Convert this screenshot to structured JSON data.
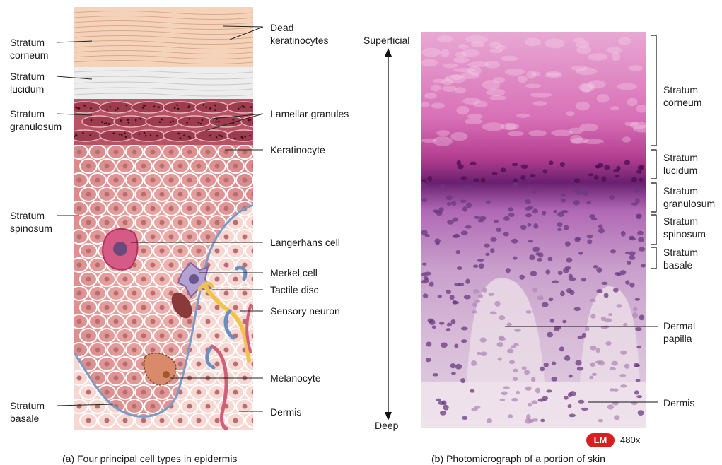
{
  "panel_a": {
    "caption": "(a) Four principal cell types in epidermis",
    "left_labels": {
      "corneum": [
        "Stratum",
        "corneum"
      ],
      "lucidum": [
        "Stratum",
        "lucidum"
      ],
      "granulosum": [
        "Stratum",
        "granulosum"
      ],
      "spinosum": [
        "Stratum",
        "spinosum"
      ],
      "basale": [
        "Stratum",
        "basale"
      ]
    },
    "right_labels": {
      "dead_keratinocytes": [
        "Dead",
        "keratinocytes"
      ],
      "lamellar_granules": "Lamellar granules",
      "keratinocyte": "Keratinocyte",
      "langerhans_cell": "Langerhans cell",
      "merkel_cell": "Merkel cell",
      "tactile_disc": "Tactile disc",
      "sensory_neuron": "Sensory neuron",
      "melanocyte": "Melanocyte",
      "dermis": "Dermis"
    }
  },
  "panel_b": {
    "caption": "(b) Photomicrograph of a portion of skin",
    "axis_top": "Superficial",
    "axis_bottom": "Deep",
    "layer_labels": {
      "corneum": [
        "Stratum",
        "corneum"
      ],
      "lucidum": [
        "Stratum",
        "lucidum"
      ],
      "granulosum": [
        "Stratum",
        "granulosum"
      ],
      "spinosum": [
        "Stratum",
        "spinosum"
      ],
      "basale": [
        "Stratum",
        "basale"
      ],
      "dermal_papilla": [
        "Dermal",
        "papilla"
      ],
      "dermis": "Dermis"
    },
    "badge": "LM",
    "magnification": "480x"
  },
  "colors": {
    "corneum": "#f6d6bf",
    "lucidum": "#ececec",
    "granulosum": "#b05060",
    "spinosum_cell": "#e8a2a2",
    "dermis_a": "#f6d2cf",
    "photo_top": "#d46fb4",
    "photo_dark": "#7a2a7c",
    "badge": "#d81e1e"
  }
}
